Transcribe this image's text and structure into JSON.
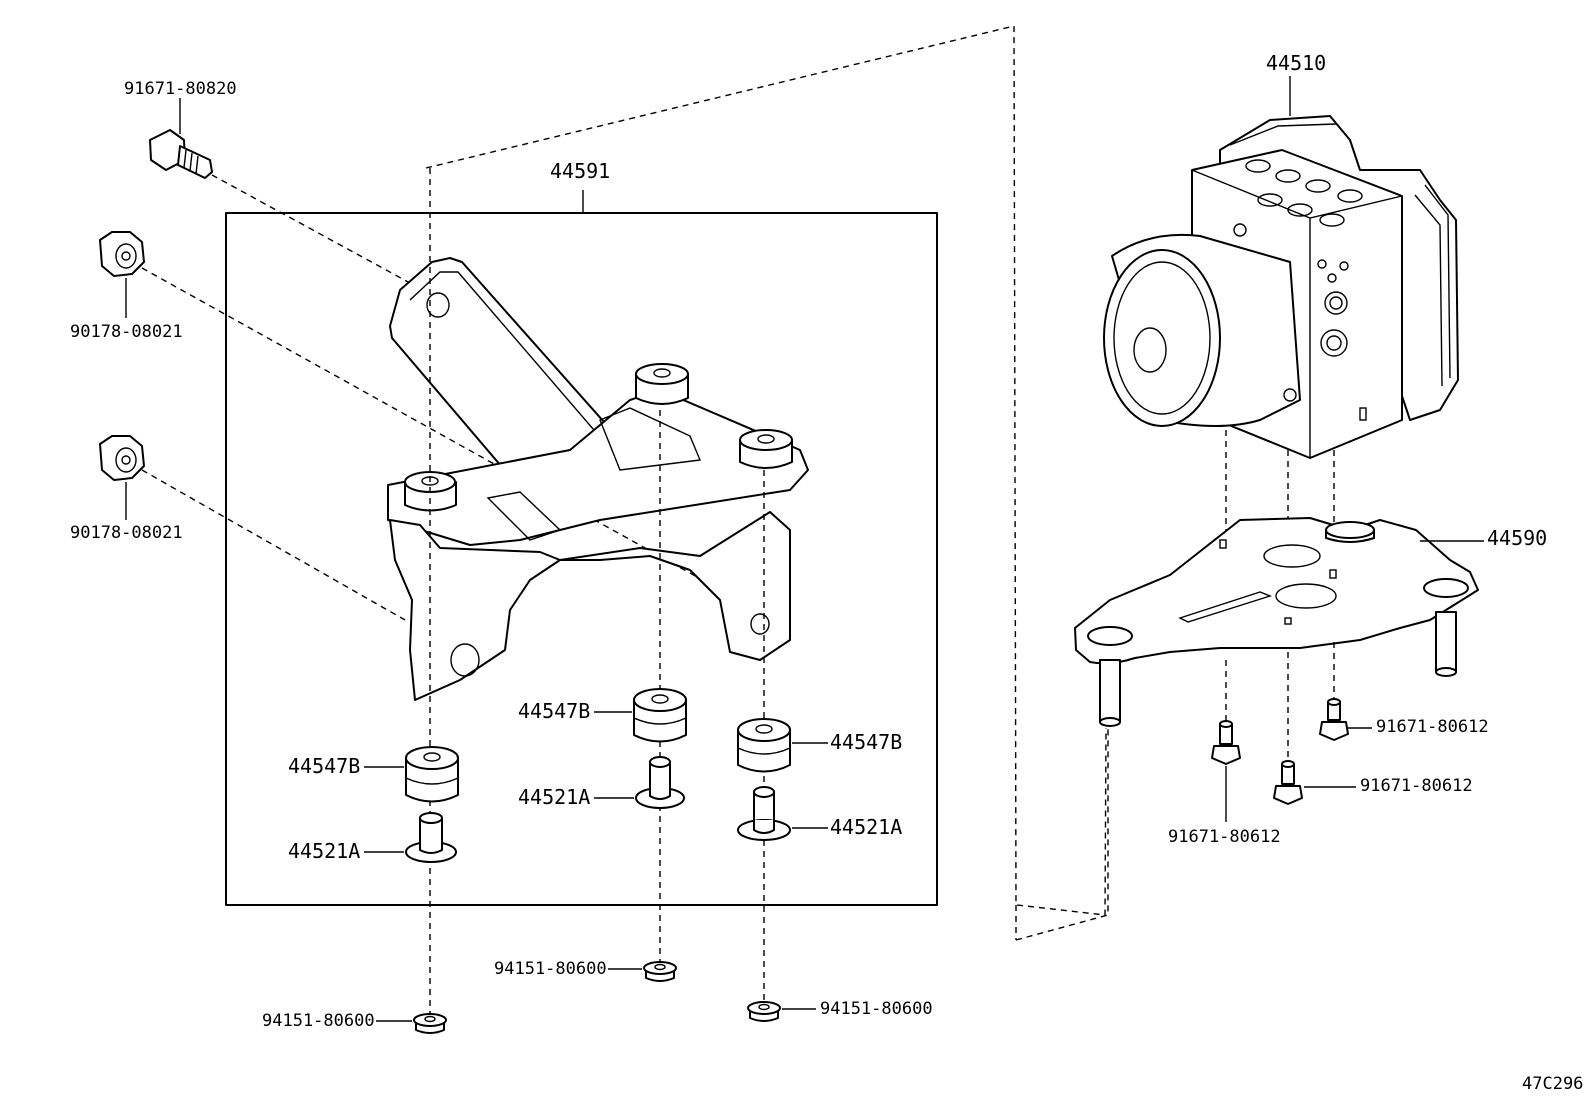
{
  "diagram_code": "47C296",
  "callouts": {
    "bolt_top": "91671-80820",
    "nut_upper": "90178-08021",
    "nut_lower": "90178-08021",
    "bracket_assembly": "44591",
    "actuator": "44510",
    "actuator_bracket": "44590",
    "cushion_left": "44547B",
    "cushion_mid": "44547B",
    "cushion_right": "44547B",
    "collar_left": "44521A",
    "collar_mid": "44521A",
    "collar_right": "44521A",
    "nut_bottom_left": "94151-80600",
    "nut_bottom_mid": "94151-80600",
    "nut_bottom_right": "94151-80600",
    "bolt_right_a": "91671-80612",
    "bolt_right_b": "91671-80612",
    "bolt_right_c": "91671-80612"
  }
}
